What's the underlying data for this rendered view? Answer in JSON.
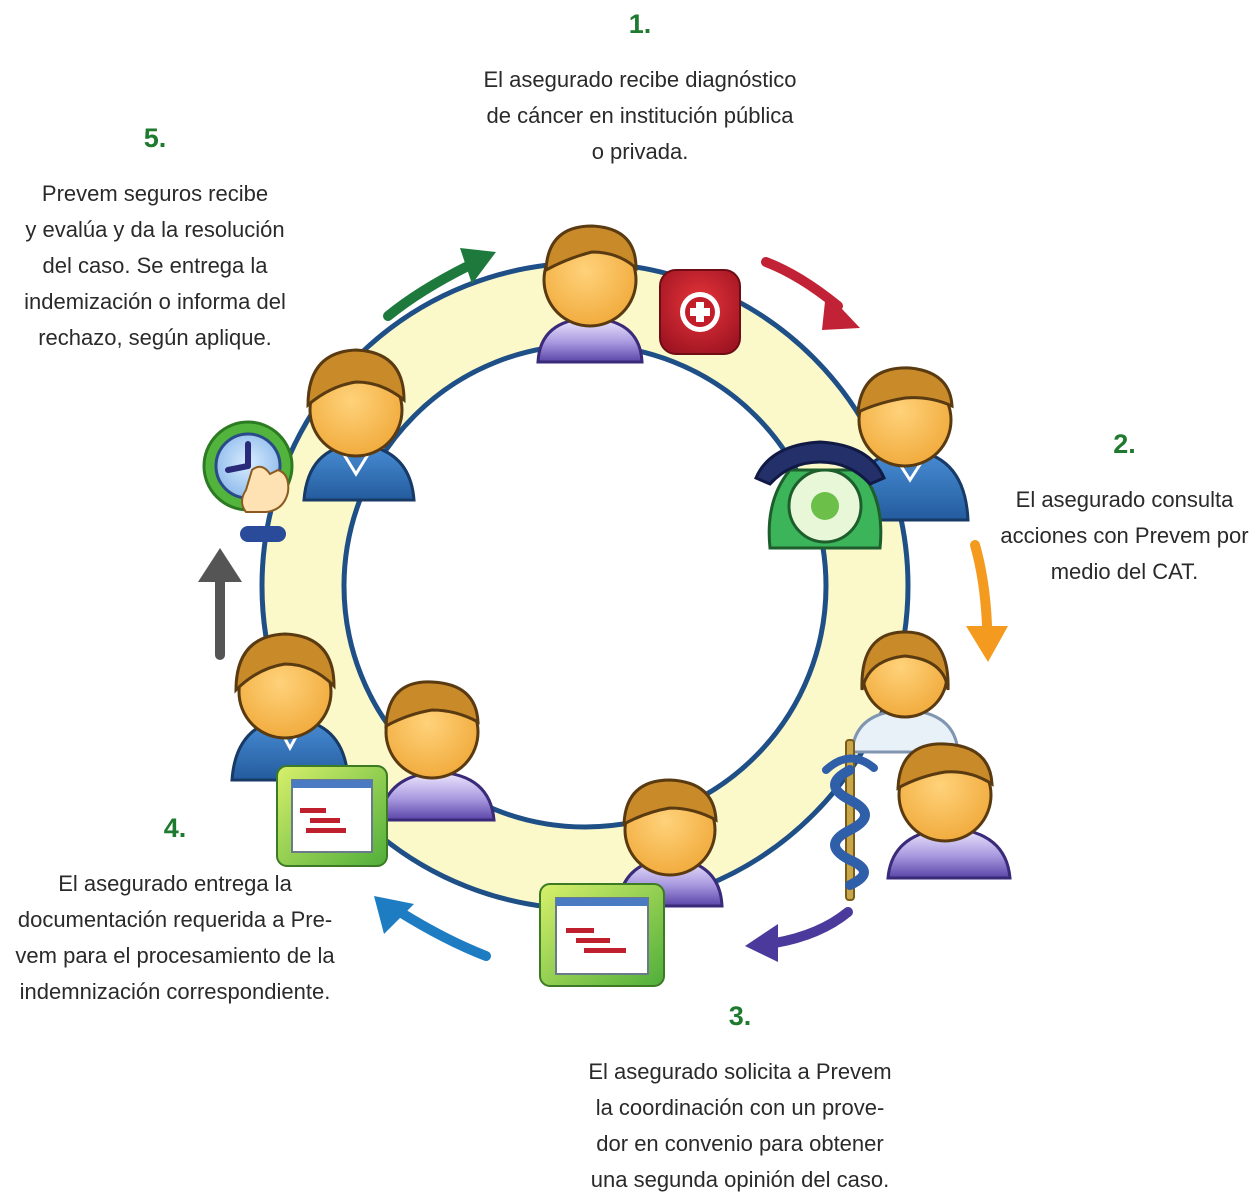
{
  "colors": {
    "step_number": "#1e7a2e",
    "ring_fill": "#fbf8c9",
    "ring_stroke": "#1e4f86",
    "skin": "#f7bd4e",
    "hair": "#c98a2a",
    "shirt_blue": "#2f6fb4",
    "shirt_purple": "#7e6fc6",
    "arrow_green": "#1e7a3c",
    "arrow_red": "#c22236",
    "arrow_orange": "#f39a1f",
    "arrow_purple": "#4b3a9c",
    "arrow_blue": "#1d7cc2",
    "arrow_gray": "#555555"
  },
  "steps": [
    {
      "number": "1.",
      "text": "El asegurado recibe diagnóstico\nde cáncer en institución pública\no privada."
    },
    {
      "number": "2.",
      "text": "El asegurado consulta\nacciones con Prevem por\nmedio del CAT."
    },
    {
      "number": "3.",
      "text": "El asegurado solicita a Prevem\nla coordinación con un prove-\ndor en convenio para obtener\nuna segunda opinión del caso."
    },
    {
      "number": "4.",
      "text": "El asegurado entrega la\ndocumentación requerida a Pre-\nvem para el procesamiento de la\nindemnización correspondiente."
    },
    {
      "number": "5.",
      "text": "Prevem seguros recibe\ny evalúa y da la resolución\ndel caso. Se entrega la\nindemización o informa del\nrechazo, según aplique."
    }
  ],
  "icons": [
    "medical-cross-icon",
    "rotary-phone-icon",
    "caduceus-icon",
    "gantt-document-icon",
    "clock-hand-icon"
  ]
}
